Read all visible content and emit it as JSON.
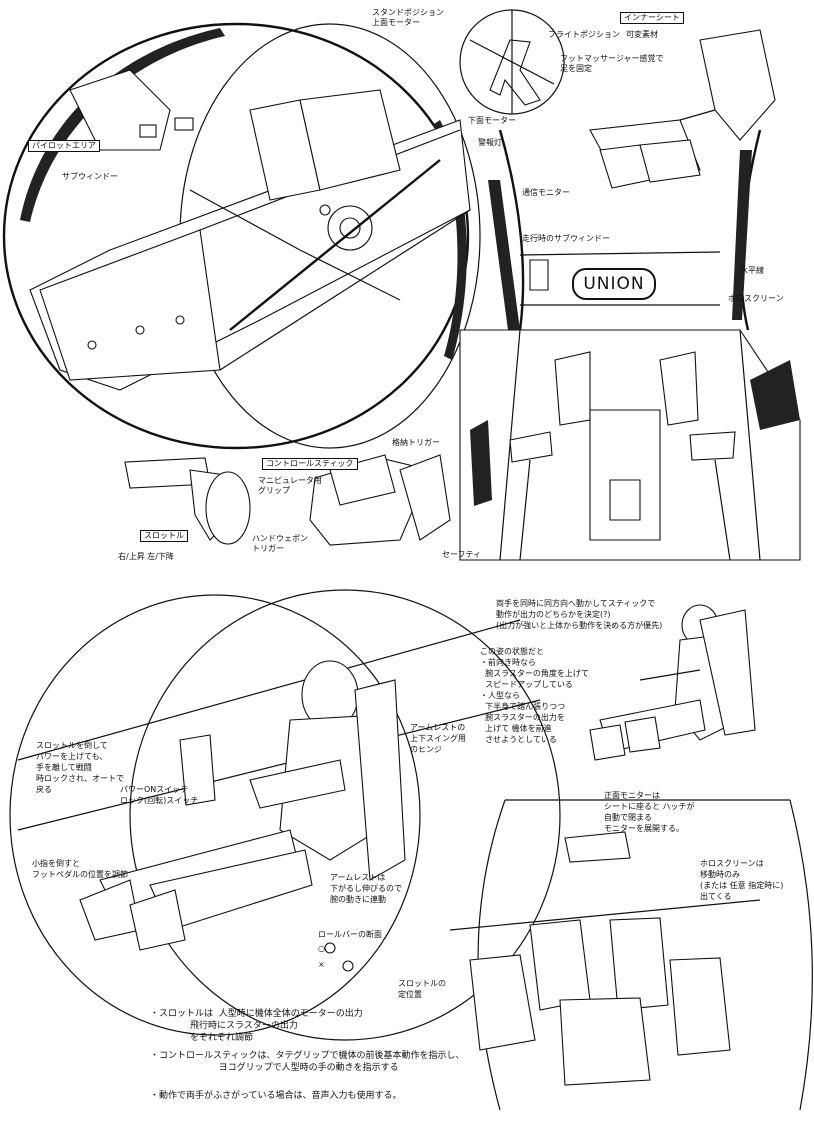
{
  "top_left": {
    "pilot_area_label": "パイロットエリア",
    "sub_window_label": "サブウィンドー"
  },
  "top_right_detail": {
    "stand_position_label": "スタンドポジション\n上面モーター",
    "flight_position_label": "フライトポジション",
    "lower_monitor_label": "下面モーター",
    "alert_label": "警報灯",
    "inner_seat_title": "インナーシート",
    "inner_seat_material": "可変素材",
    "inner_seat_note": "フットマッサージャー感覚で\n足を固定"
  },
  "cockpit_view": {
    "comm_monitor_label": "通信モニター",
    "sub_window_label": "走行時のサブウィンドー",
    "horizon_label": "水平線",
    "holo_screen_label": "ホロスクリーン",
    "logo_text": "UNION",
    "trigger_label": "格納トリガー"
  },
  "controls": {
    "control_stick_title": "コントロールスティック",
    "manipulator_grip_label": "マニピュレータ用\nグリップ",
    "hand_weapon_trigger_label": "ハンドウェポン\nトリガー",
    "safety_label": "セーフティ",
    "throttle_title": "スロットル",
    "throttle_note": "右/上昇  左/下降"
  },
  "pilot_side_view": {
    "throttle_note": "スロットルを倒して\nパワーを上げても、\n手を離して戦闘\n時ロックされ、オートで\n戻る",
    "power_switch_label": "パワーONスイッチ\nロック(回転)スイッチ",
    "armrest_hinge_label": "アームレストの\n上下スイング用\nのヒンジ",
    "foot_pedal_note": "小指を倒すと\nフットペダルの位置を調節",
    "armrest_note": "アームレストは\n下がるし伸びるので\n腕の動きに連動",
    "roll_bar_label": "ロールバーの断面",
    "mark_o": "○",
    "mark_x": "×"
  },
  "right_notes": {
    "dual_stick_note": "両手を同時に同方向へ動かしてスティックで\n動作が出力のどちらかを決定(?)\n(出力が強いと上体から動作を決める方が優先)",
    "posture_note": "この姿の状態だと\n・前向き時なら\n  腕スラスターの角度を上げて\n  スピードアップしている\n・人型なら\n  下半身で踏ん張りつつ\n  腕スラスターの出力を\n  上げて 機体を前進\n  させようとしている",
    "front_monitor_note": "正面モニターは\nシートに座ると ハッチが\n自動で閉まる\nモニターを展開する。",
    "holo_window_note": "ホロスクリーンは\n移動時のみ\n(または 任意 指定時に)\n出てくる",
    "throttle_fixed_label": "スロットルの\n定位置"
  },
  "bottom_notes": {
    "line1": "・スロットルは  人型時に機体全体のモーターの出力\n              飛行時にスラスターの出力\n              をそれぞれ調節",
    "line2": "・コントロールスティックは、タテグリップで機体の前後基本動作を指示し、\n                        ヨコグリップで人型時の手の動きを指示する",
    "line3": "・動作で両手がふさがっている場合は、音声入力も使用する。"
  }
}
